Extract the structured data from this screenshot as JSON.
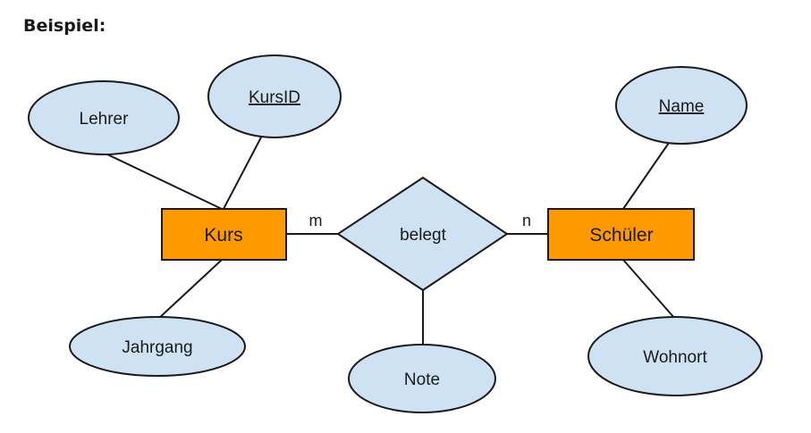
{
  "heading": "Beispiel:",
  "colors": {
    "entity_fill": "#ff9900",
    "attribute_fill": "#cfe2f3",
    "relationship_fill": "#cfe2f3",
    "outline": "#1a1a1a"
  },
  "diagram": {
    "entities": [
      {
        "id": "kurs",
        "label": "Kurs"
      },
      {
        "id": "schueler",
        "label": "Schüler"
      }
    ],
    "relationship": {
      "label": "belegt"
    },
    "attributes": [
      {
        "id": "lehrer",
        "label": "Lehrer",
        "key": false,
        "owner": "Kurs"
      },
      {
        "id": "kursid",
        "label": "KursID",
        "key": true,
        "owner": "Kurs"
      },
      {
        "id": "jahrgang",
        "label": "Jahrgang",
        "key": false,
        "owner": "Kurs"
      },
      {
        "id": "note",
        "label": "Note",
        "key": false,
        "owner": "belegt"
      },
      {
        "id": "name",
        "label": "Name",
        "key": true,
        "owner": "Schüler"
      },
      {
        "id": "wohnort",
        "label": "Wohnort",
        "key": false,
        "owner": "Schüler"
      }
    ],
    "cardinalities": {
      "kurs_side": "m",
      "schueler_side": "n"
    }
  }
}
